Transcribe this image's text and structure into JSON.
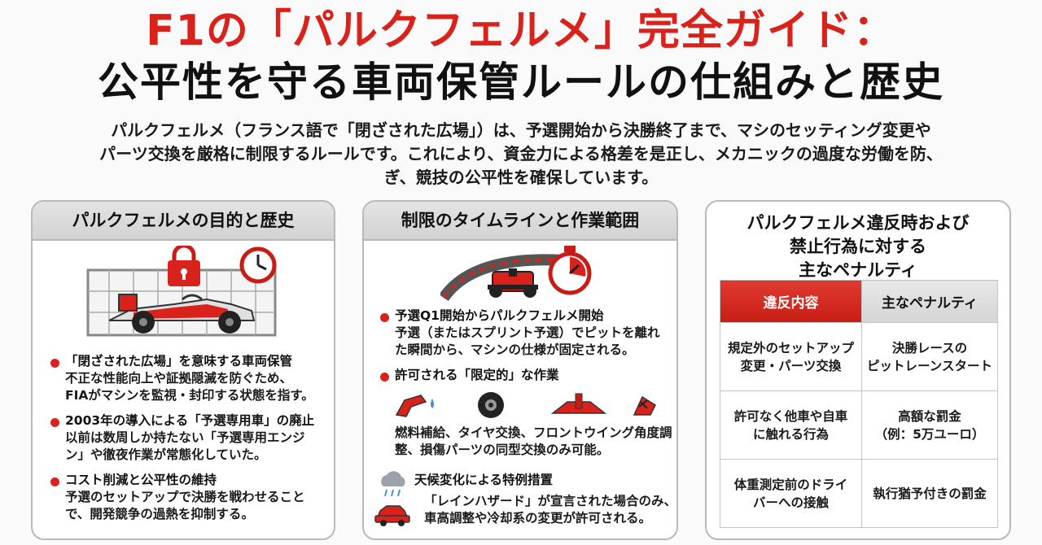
{
  "title": {
    "line1": "F1の「パルクフェルメ」完全ガイド：",
    "line2": "公平性を守る車両保管ルールの仕組みと歴史"
  },
  "intro": {
    "line1": "パルクフェルメ（フランス語で「閉ざされた広場」）は、予選開始から決勝終了まで、マシのセッティング変更や",
    "line2": "パーツ交換を厳格に制限するルールです。これにより、資金力による格差を是正し、メカニックの過度な労働を防、",
    "line3": "ぎ、競技の公平性を確保しています。"
  },
  "panel1": {
    "heading": "パルクフェルメの目的と歴史",
    "illustration_icons": [
      "lock-icon",
      "clock-icon",
      "race-car-icon",
      "fence-icon"
    ],
    "bullets": [
      {
        "head": "「閉ざされた広場」を意味する車両保管",
        "lines": [
          "不正な性能向上や証拠隠滅を防ぐため、",
          "FIAがマシンを監視・封印する状態を指す。"
        ]
      },
      {
        "head": "2003年の導入による「予選専用車」の廃止",
        "lines": [
          "以前は数周しか持たない「予選専用エンジ",
          "ン」や徹夜作業が常態化していた。"
        ]
      },
      {
        "head": "コスト削減と公平性の維持",
        "lines": [
          "予選のセットアップで決勝を戦わせること",
          "で、開発競争の過熱を抑制する。"
        ]
      }
    ]
  },
  "panel2": {
    "heading": "制限のタイムラインと作業範囲",
    "illustration_icons": [
      "race-track-icon",
      "race-car-icon",
      "stopwatch-icon"
    ],
    "bullet1": {
      "head": "予選Q1開始からパルクフェルメ開始",
      "lines": [
        "予選（またはスプリント予選）でピットを離れ",
        "た瞬間から、マシンの仕様が固定される。"
      ]
    },
    "bullet2": {
      "head": "許可される「限定的」な作業",
      "icons": [
        "fuel-nozzle-icon",
        "tire-icon",
        "front-wing-icon",
        "damaged-part-icon"
      ],
      "lines": [
        "燃料補給、タイヤ交換、フロントウイング角度調",
        "整、損傷パーツの同型交換のみ可能。"
      ]
    },
    "weather": {
      "head": "天候変化による特例措置",
      "icons": [
        "rain-cloud-icon",
        "car-icon"
      ],
      "lines": [
        "「レインハザード」が宣言された場合のみ、",
        "車高調整や冷却系の変更が許可される。"
      ]
    }
  },
  "panel3": {
    "heading_lines": [
      "パルクフェルメ違反時および",
      "禁止行為に対する",
      "主なペナルティ"
    ],
    "table": {
      "headers": [
        "違反内容",
        "主なペナルティ"
      ],
      "rows": [
        {
          "violation": [
            "規定外のセットアップ",
            "変更・パーツ交換"
          ],
          "penalty": [
            "決勝レースの",
            "ピットレーンスタート"
          ]
        },
        {
          "violation": [
            "許可なく他車や自車",
            "に触れる行為"
          ],
          "penalty": [
            "高額な罰金",
            "（例：5万ユーロ）"
          ]
        },
        {
          "violation": [
            "体重測定前のドライ",
            "バーへの接触"
          ],
          "penalty": [
            "執行猶予付きの罰金"
          ]
        }
      ]
    }
  },
  "colors": {
    "accent_red": "#d9221c",
    "header_grey": "#d8d8d8",
    "border_grey": "#b9b9b9"
  }
}
